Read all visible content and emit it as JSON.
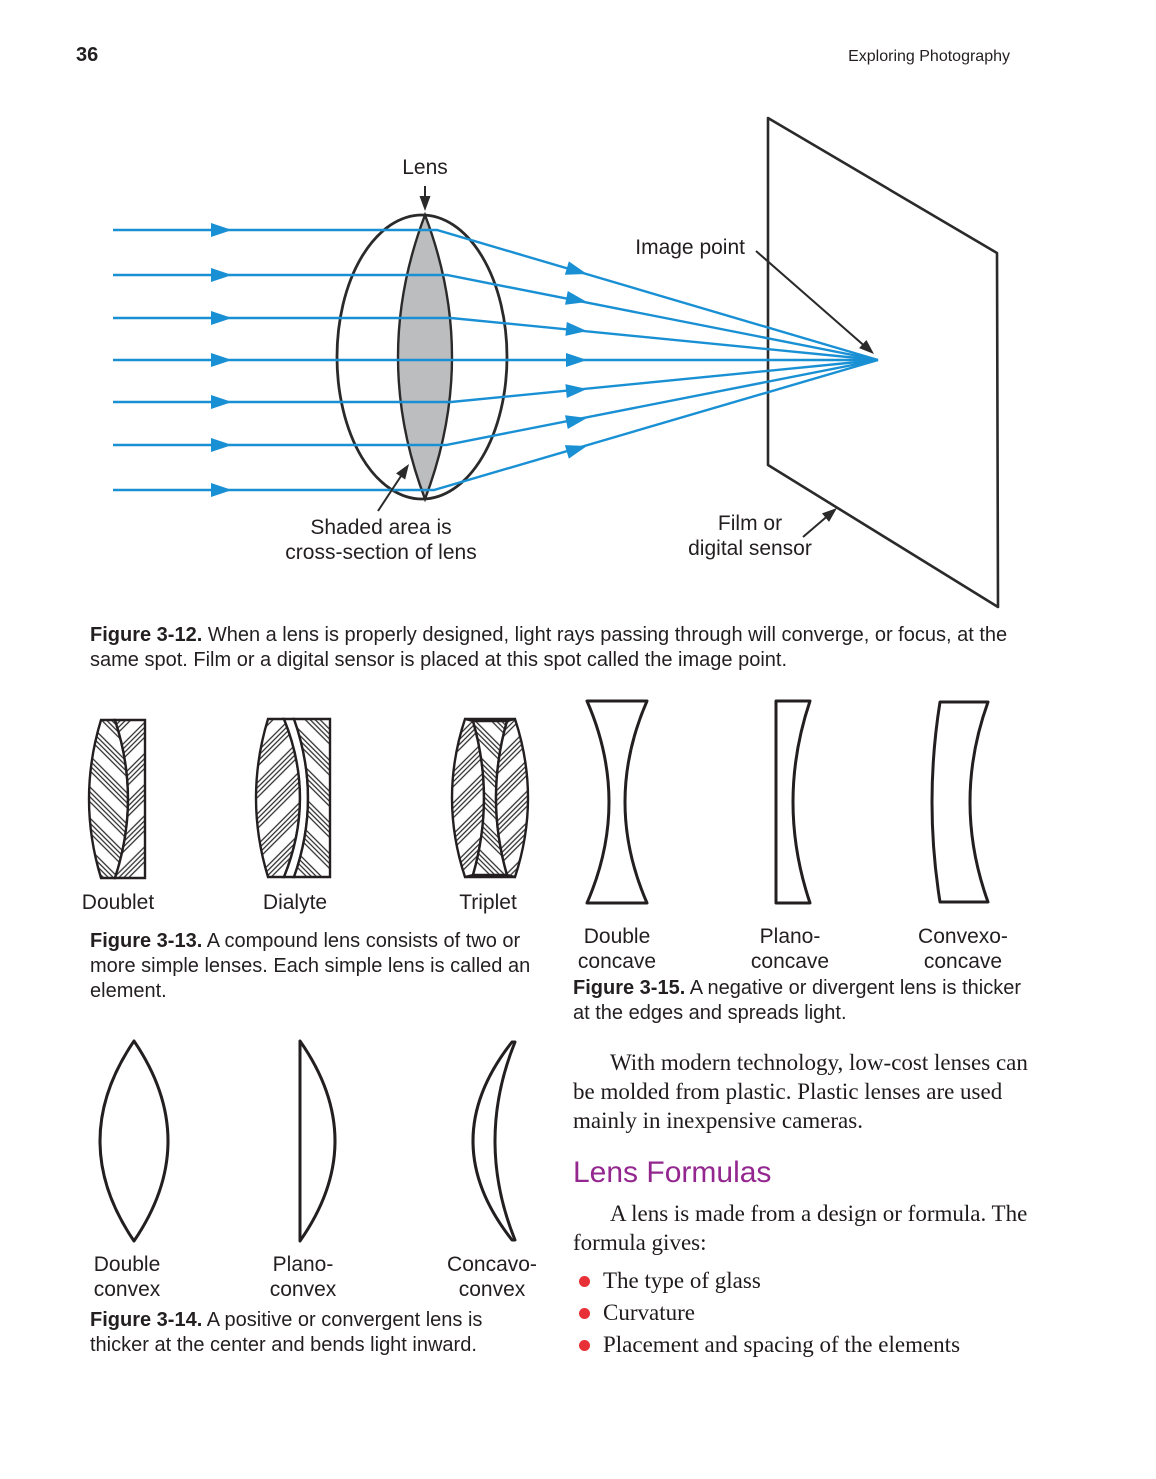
{
  "header": {
    "page_number": "36",
    "title": "Exploring Photography"
  },
  "fig312": {
    "lens_label": "Lens",
    "image_point_label": "Image point",
    "shaded_line1": "Shaded area is",
    "shaded_line2": "cross-section of lens",
    "film_line1": "Film or",
    "film_line2": "digital sensor",
    "caption_tag": "Figure 3-12.",
    "caption_text": " When a lens is properly designed, light rays passing through will converge, or focus, at the same spot. Film or a digital sensor is placed at this spot called the image point."
  },
  "fig313": {
    "label1": "Doublet",
    "label2": "Dialyte",
    "label3": "Triplet",
    "caption_tag": "Figure 3-13.",
    "caption_text": " A compound lens consists of two or more simple lenses. Each simple lens is called an element."
  },
  "fig315": {
    "label1a": "Double",
    "label1b": "concave",
    "label2a": "Plano-",
    "label2b": "concave",
    "label3a": "Convexo-",
    "label3b": "concave",
    "caption_tag": "Figure 3-15.",
    "caption_text": " A negative or divergent lens is thicker at the edges and spreads light."
  },
  "fig314": {
    "label1a": "Double",
    "label1b": "convex",
    "label2a": "Plano-",
    "label2b": "convex",
    "label3a": "Concavo-",
    "label3b": "convex",
    "caption_tag": "Figure 3-14.",
    "caption_text": " A positive or convergent lens is thicker at the center and bends light inward."
  },
  "body": {
    "para1": "With modern technology, low-cost lenses can be molded from plastic. Plastic lenses are used mainly in inexpensive cameras.",
    "section_heading": "Lens Formulas",
    "para2": "A lens is made from a design or formula. The formula gives:",
    "bullets": [
      "The type of glass",
      "Curvature",
      "Placement and spacing of the elements"
    ]
  },
  "colors": {
    "ray_blue": "#1a90d4",
    "ink": "#231f20",
    "lens_gray": "#bcbdbf",
    "heading_purple": "#93278f",
    "bullet_red": "#e73137"
  }
}
